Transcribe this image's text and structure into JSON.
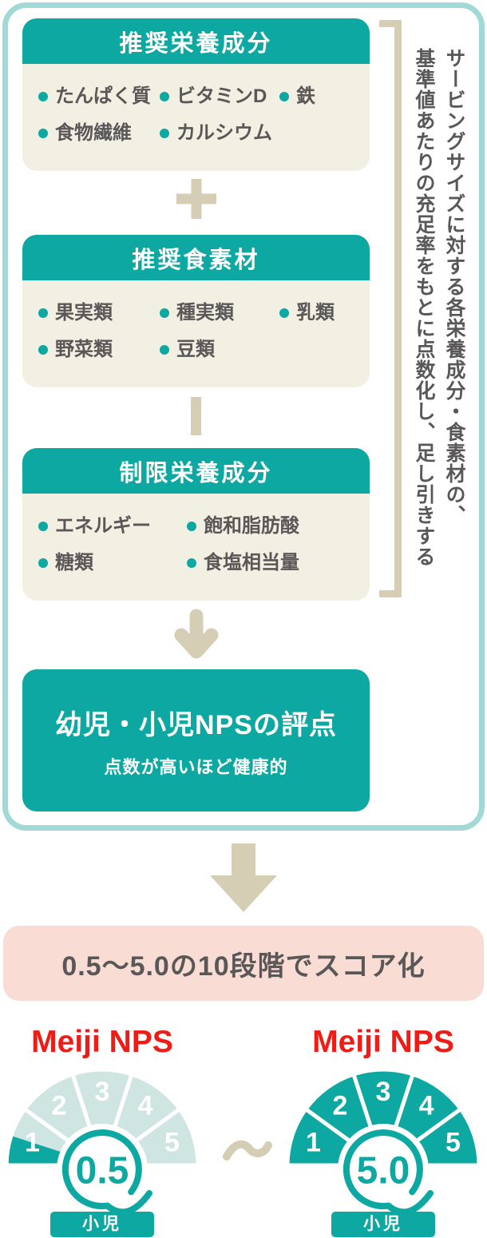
{
  "colors": {
    "teal": "#0ca8a1",
    "pale_teal": "#cfe5e2",
    "frame_border": "#a0d9d5",
    "cream": "#f2efe3",
    "tan": "#d6cdb5",
    "pink": "#f9dcd3",
    "red": "#ee1c16",
    "text_gray": "#595757",
    "white": "#ffffff"
  },
  "flow": {
    "cards": [
      {
        "title": "推奨栄養成分",
        "items": [
          "たんぱく質",
          "ビタミンD",
          "鉄",
          "食物繊維",
          "カルシウム"
        ]
      },
      {
        "title": "推奨食素材",
        "items": [
          "果実類",
          "種実類",
          "乳類",
          "野菜類",
          "豆類"
        ]
      },
      {
        "title": "制限栄養成分",
        "items": [
          "エネルギー",
          "飽和脂肪酸",
          "糖類",
          "食塩相当量"
        ]
      }
    ],
    "operators": {
      "first": "plus",
      "second": "minus"
    },
    "result": {
      "title": "幼児・小児NPSの評点",
      "subtitle": "点数が高いほど健康的"
    },
    "side_note": {
      "line1": "サービングサイズに対する各栄養成分・食素材の、",
      "line2": "基準値あたりの充足率をもとに点数化し、足し引きする"
    }
  },
  "score_banner": {
    "text": "0.5〜5.0の10段階でスコア化"
  },
  "gauges": {
    "segments": [
      "1",
      "2",
      "3",
      "4",
      "5"
    ],
    "separator": "〜",
    "scale_min": 0.5,
    "scale_max": 5.0,
    "left": {
      "brand_label": "Meiji NPS",
      "score": "0.5",
      "badge_label": "小児"
    },
    "right": {
      "brand_label": "Meiji NPS",
      "score": "5.0",
      "badge_label": "小児"
    }
  }
}
